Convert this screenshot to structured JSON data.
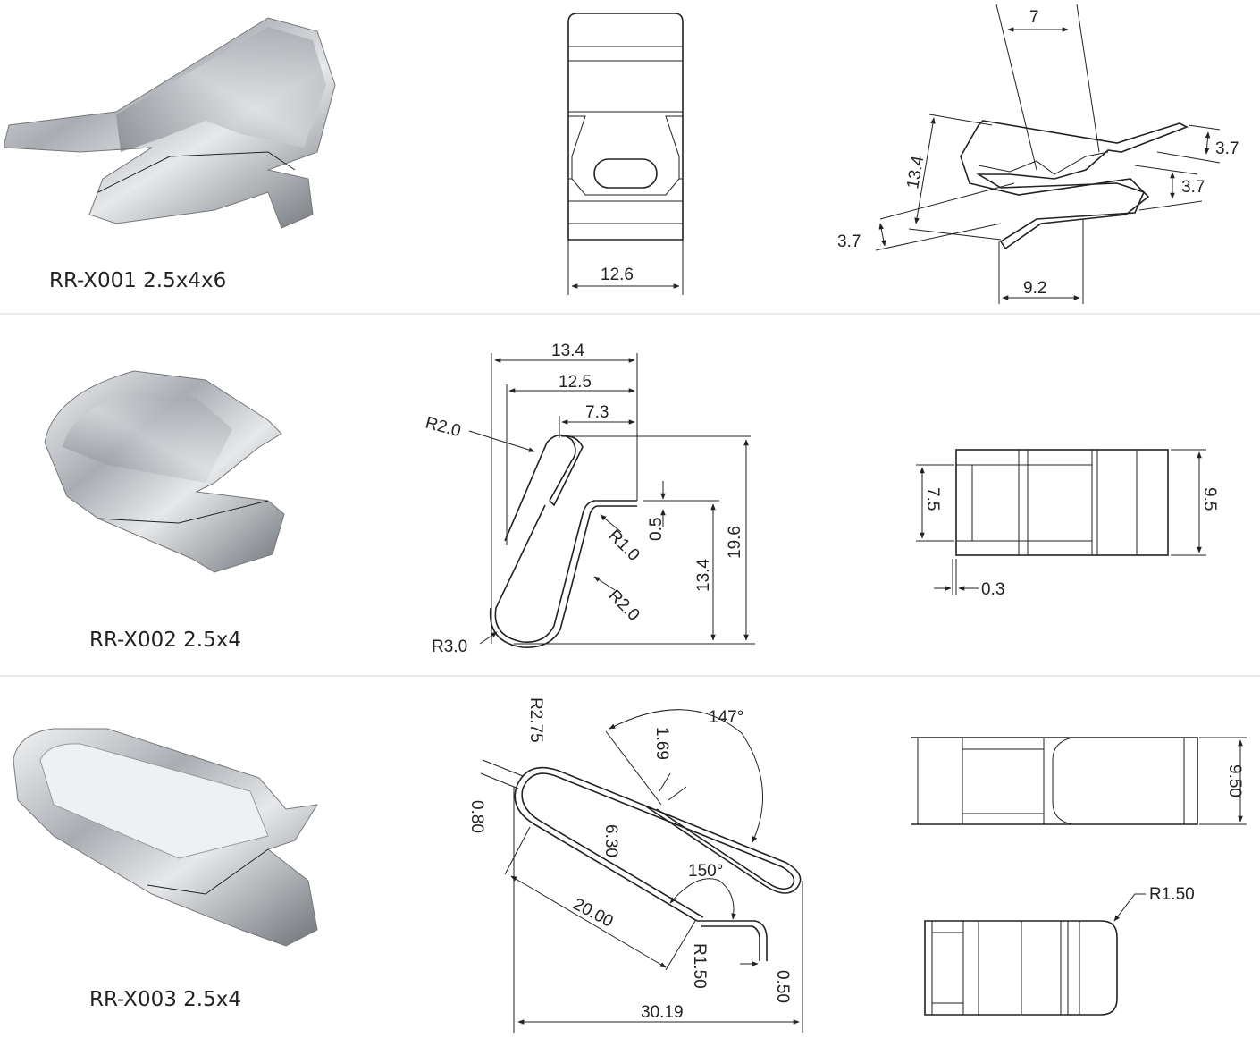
{
  "products": [
    {
      "caption": "RR-X001  2.5x4x6",
      "dims": {
        "front_width": "12.6",
        "top_width": "7",
        "height": "13.4",
        "right_upper": "3.7",
        "right_lower": "3.7",
        "left_lower": "3.7",
        "bottom_width": "9.2"
      }
    },
    {
      "caption": "RR-X002 2.5x4",
      "dims": {
        "w1": "13.4",
        "w2": "12.5",
        "w3": "7.3",
        "r_top": "R2.0",
        "r_mid": "R1.0",
        "r_low": "R2.0",
        "r_bottom": "R3.0",
        "gap": "0.5",
        "h_inner": "13.4",
        "h_total": "19.6",
        "side_left": "7.5",
        "side_right": "9.5",
        "thickness": "0.3"
      }
    },
    {
      "caption": "RR-X003 2.5x4",
      "dims": {
        "r_top": "R2.75",
        "thickness": "0.80",
        "angle_top": "147°",
        "gap": "1.69",
        "inner": "6.30",
        "angle_bottom": "150°",
        "length": "20.00",
        "r_bottom": "R1.50",
        "tip": "0.50",
        "total_width": "30.19",
        "side_height": "9.50",
        "side_radius": "R1.50"
      }
    }
  ],
  "colors": {
    "line": "#222222",
    "separator": "#e4e4e4",
    "metal": "#b9bcc0"
  }
}
